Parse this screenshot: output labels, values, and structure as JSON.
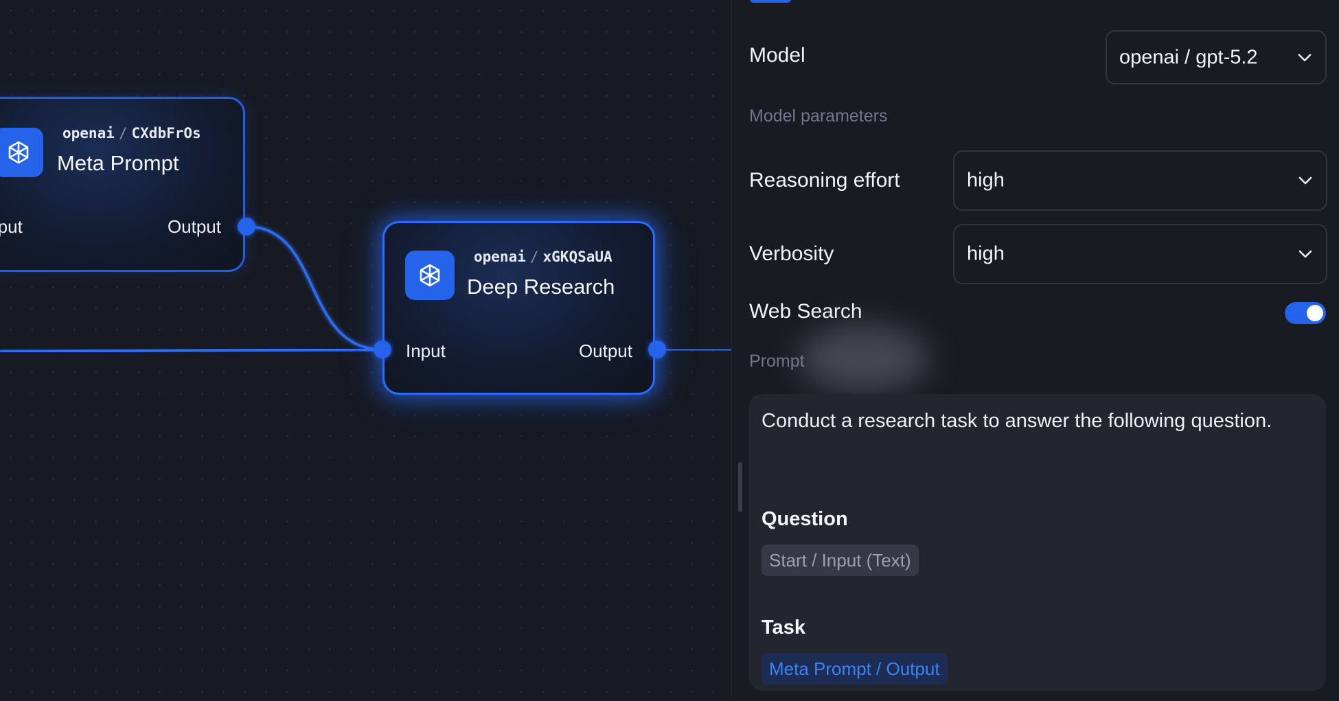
{
  "canvas": {
    "nodes": [
      {
        "provider": "openai",
        "separator": "/",
        "id": "CXdbFrOs",
        "title": "Meta Prompt",
        "input_label": "Input",
        "output_label": "Output"
      },
      {
        "provider": "openai",
        "separator": "/",
        "id": "xGKQSaUA",
        "title": "Deep Research",
        "input_label": "Input",
        "output_label": "Output"
      }
    ],
    "node_icon": "openai-logo-icon",
    "accent_color": "#2563eb"
  },
  "panel": {
    "model": {
      "label": "Model",
      "value": "openai / gpt-5.2",
      "icon": "chevron-down-icon"
    },
    "model_parameters_label": "Model parameters",
    "reasoning_effort": {
      "label": "Reasoning effort",
      "value": "high"
    },
    "verbosity": {
      "label": "Verbosity",
      "value": "high"
    },
    "web_search": {
      "label": "Web Search",
      "enabled": true
    },
    "prompt": {
      "label": "Prompt",
      "text": "Conduct a research task to answer the following question.",
      "sections": [
        {
          "heading": "Question",
          "chip": "Start / Input (Text)",
          "chip_style": "grey"
        },
        {
          "heading": "Task",
          "chip": "Meta Prompt / Output",
          "chip_style": "blue"
        }
      ]
    }
  }
}
